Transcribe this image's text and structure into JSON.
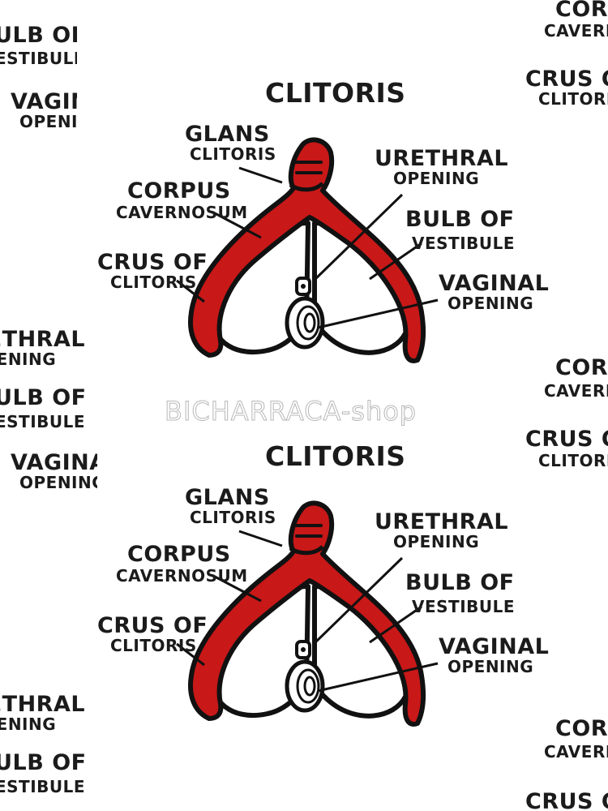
{
  "title": "CLITORIS",
  "labels": {
    "glans_1": "GLANS",
    "glans_2": "CLITORIS",
    "corpus_1": "CORPUS",
    "corpus_2": "CAVERNOSUM",
    "crus_1": "CRUS OF",
    "crus_2": "CLITORIS",
    "urethral_1": "URETHRAL",
    "urethral_2": "OPENING",
    "bulb_1": "BULB OF",
    "bulb_2": "VESTIBULE",
    "vaginal_1": "VAGINAL",
    "vaginal_2": "OPENING"
  },
  "watermark": "BICHARRACA-shop",
  "colors": {
    "organ": "#c81818",
    "outline": "#111111",
    "background": "#ffffff"
  }
}
